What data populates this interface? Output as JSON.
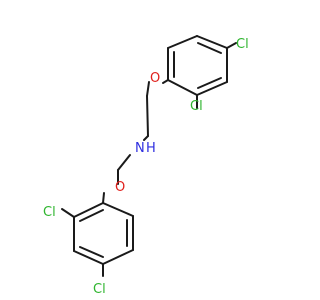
{
  "molecule": {
    "atoms": {
      "cl_top_para": "Cl",
      "cl_top_ortho": "Cl",
      "o_top": "O",
      "nh": "N",
      "nh_h": "H",
      "o_bottom": "O",
      "cl_bottom_ortho": "Cl",
      "cl_bottom_para": "Cl"
    },
    "colors": {
      "bond": "#1a1a1a",
      "chlorine": "#2fb52f",
      "oxygen": "#e0201c",
      "nitrogen": "#2f2fe0"
    }
  }
}
